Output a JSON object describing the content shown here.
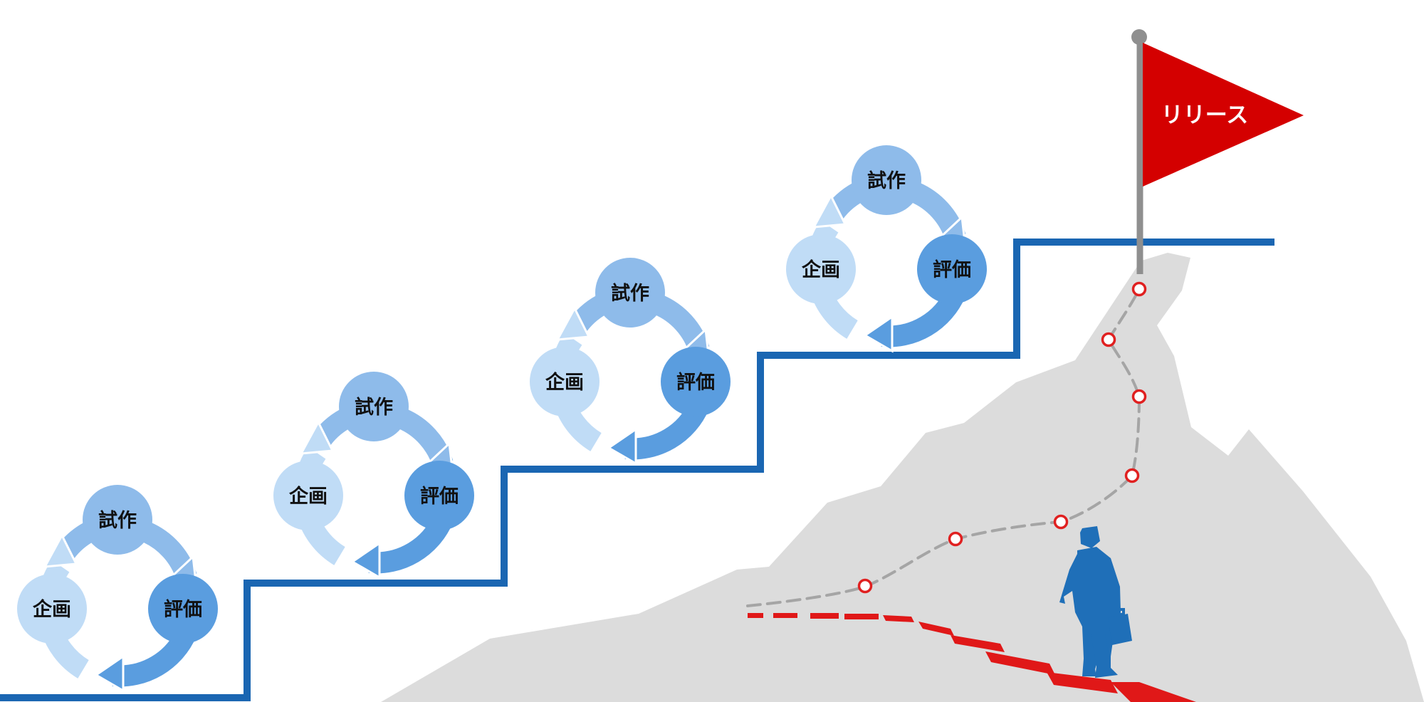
{
  "cycle": {
    "label_top": "試作",
    "label_right": "評価",
    "label_left": "企画",
    "count": 4
  },
  "flag": {
    "label": "リリース"
  },
  "colors": {
    "node_top": "#8ebbea",
    "node_right": "#5a9ddf",
    "node_left": "#c0dcf6",
    "stair_line": "#1a66b2",
    "mountain": "#dcdcdc",
    "flag": "#d40000",
    "pole": "#8f8f8f",
    "path_dash": "#a5a5a5",
    "path_marker": "#e02020",
    "red_trail": "#e01818",
    "person": "#1f6fb8"
  },
  "path": {
    "marker_count": 7
  }
}
